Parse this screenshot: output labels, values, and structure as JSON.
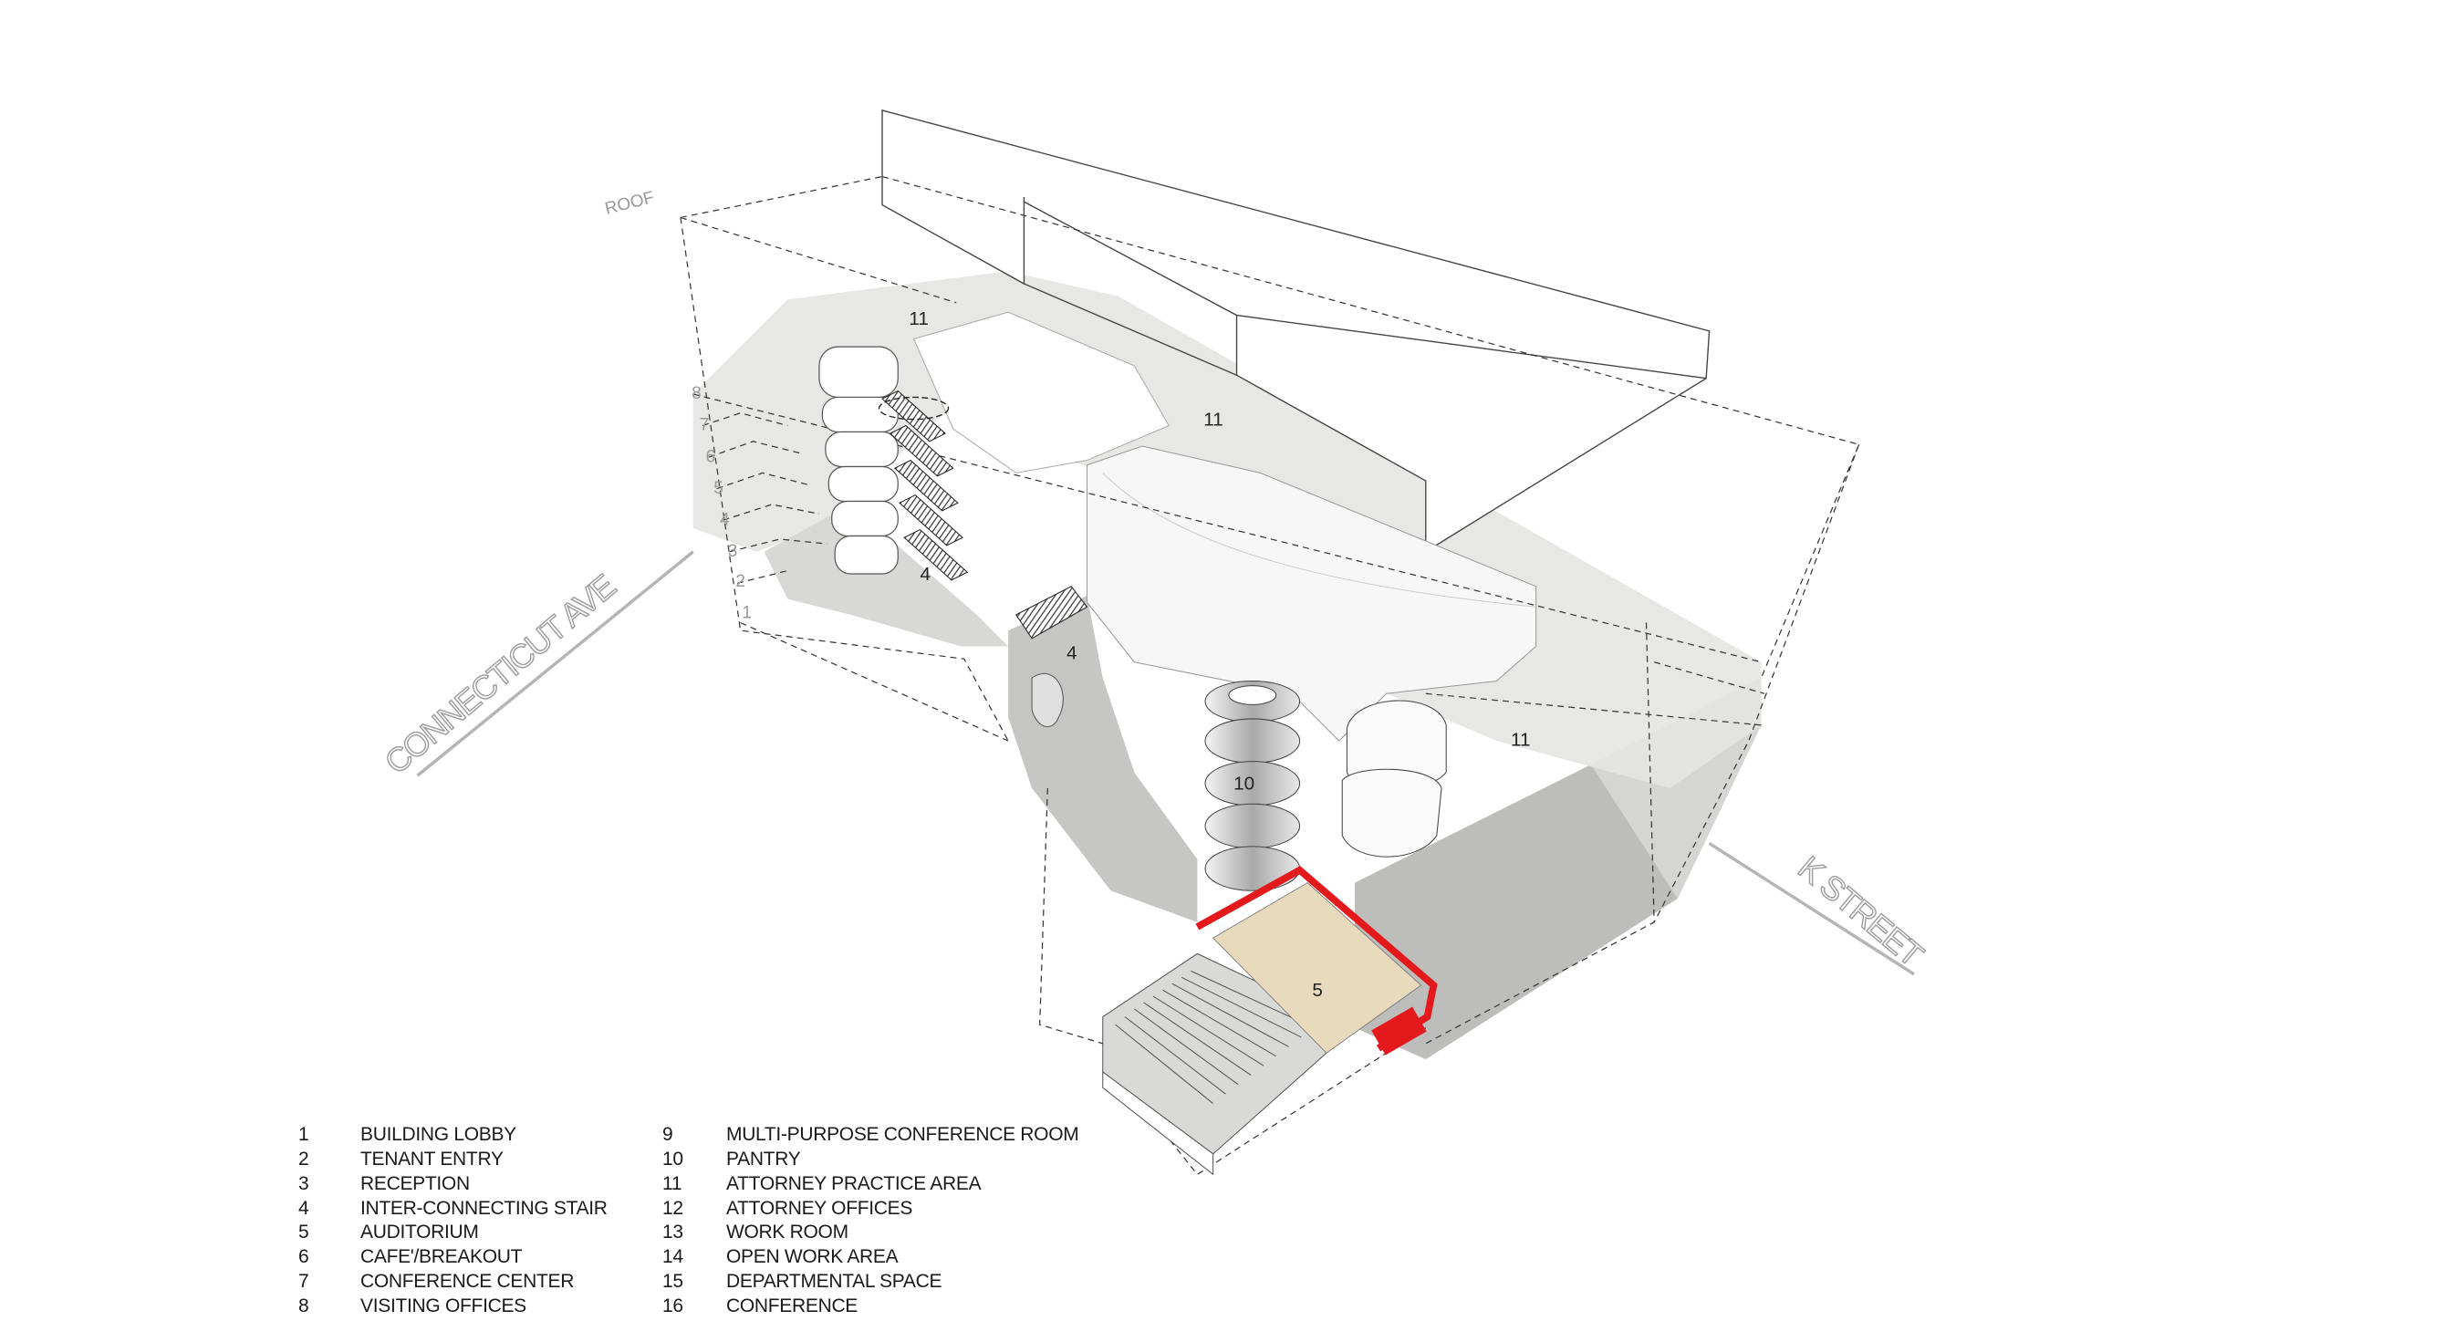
{
  "diagram": {
    "roof_label": "ROOF",
    "floor_labels": [
      "1",
      "2",
      "3",
      "4",
      "5",
      "6",
      "7",
      "8"
    ],
    "streets": {
      "west": "CONNECTICUT AVE",
      "south": "K STREET"
    },
    "space_labels": [
      "11",
      "11",
      "11",
      "4",
      "4",
      "10",
      "5"
    ],
    "colors": {
      "highlight": "#e3191c",
      "floor_plate": "#e4e4e2",
      "ground": "#bdbdbb",
      "wood": "#e8dbbd"
    }
  },
  "legend": {
    "left": [
      {
        "num": "1",
        "label": "BUILDING LOBBY"
      },
      {
        "num": "2",
        "label": "TENANT ENTRY"
      },
      {
        "num": "3",
        "label": "RECEPTION"
      },
      {
        "num": "4",
        "label": "INTER-CONNECTING STAIR"
      },
      {
        "num": "5",
        "label": "AUDITORIUM"
      },
      {
        "num": "6",
        "label": "CAFE'/BREAKOUT"
      },
      {
        "num": "7",
        "label": "CONFERENCE CENTER"
      },
      {
        "num": "8",
        "label": "VISITING OFFICES"
      }
    ],
    "right": [
      {
        "num": "9",
        "label": "MULTI-PURPOSE CONFERENCE ROOM"
      },
      {
        "num": "10",
        "label": "PANTRY"
      },
      {
        "num": "11",
        "label": "ATTORNEY PRACTICE AREA"
      },
      {
        "num": "12",
        "label": "ATTORNEY OFFICES"
      },
      {
        "num": "13",
        "label": "WORK ROOM"
      },
      {
        "num": "14",
        "label": "OPEN WORK AREA"
      },
      {
        "num": "15",
        "label": "DEPARTMENTAL SPACE"
      },
      {
        "num": "16",
        "label": "CONFERENCE"
      }
    ]
  }
}
